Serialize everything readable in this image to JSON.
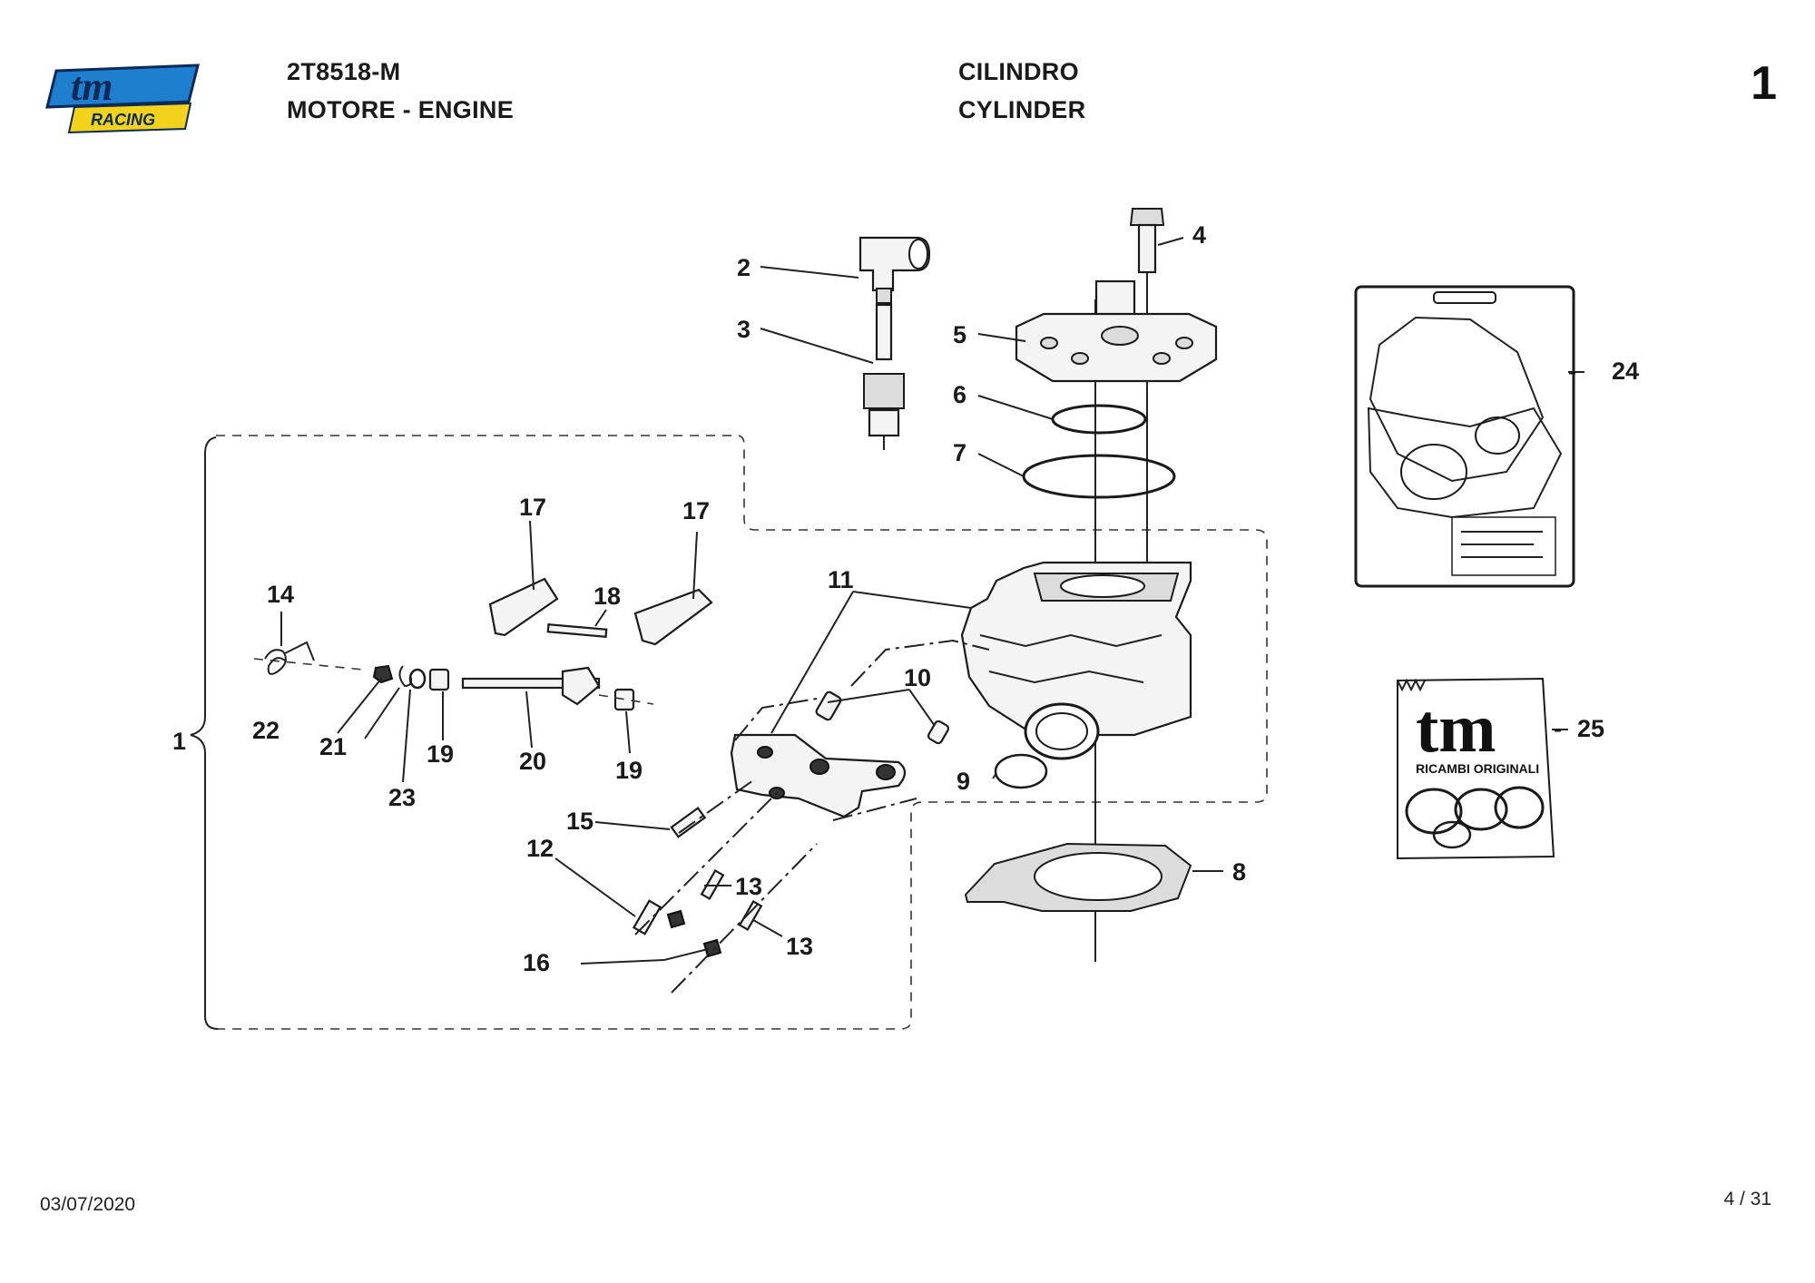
{
  "header": {
    "logo_text": "tm",
    "logo_sub": "RACING",
    "code": "2T8518-M",
    "section": "MOTORE - ENGINE",
    "group_it": "CILINDRO",
    "group_en": "CYLINDER",
    "table_no": "1"
  },
  "footer": {
    "date": "03/07/2020",
    "page": "4 / 31"
  },
  "kit_bag": {
    "logo": "tm",
    "caption": "RICAMBI ORIGINALI"
  },
  "callouts": [
    "1",
    "2",
    "3",
    "4",
    "5",
    "6",
    "7",
    "8",
    "9",
    "10",
    "11",
    "12",
    "13",
    "13",
    "14",
    "15",
    "16",
    "17",
    "17",
    "18",
    "19",
    "19",
    "20",
    "21",
    "22",
    "23",
    "24",
    "25"
  ],
  "colors": {
    "logo_blue": "#1e7fd0",
    "logo_yellow": "#f2d21b",
    "ink": "#1a1a1a"
  }
}
